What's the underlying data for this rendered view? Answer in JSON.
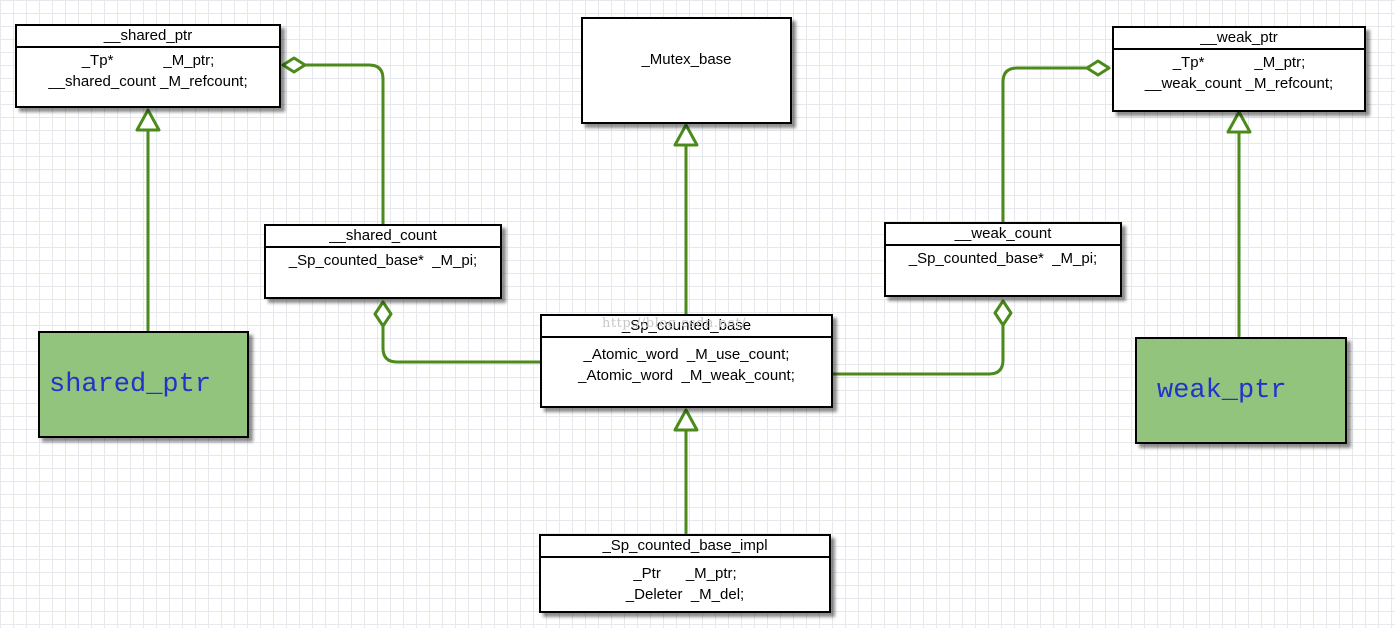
{
  "classes": {
    "shared_ptr_base": {
      "title": "__shared_ptr",
      "fields": [
        "_Tp*            _M_ptr;",
        "__shared_count _M_refcount;"
      ]
    },
    "mutex_base": {
      "title": "_Mutex_base"
    },
    "weak_ptr_base": {
      "title": "__weak_ptr",
      "fields": [
        "_Tp*            _M_ptr;",
        "__weak_count _M_refcount;"
      ]
    },
    "shared_count": {
      "title": "__shared_count",
      "fields": [
        "_Sp_counted_base*  _M_pi;"
      ]
    },
    "weak_count": {
      "title": "__weak_count",
      "fields": [
        "_Sp_counted_base*  _M_pi;"
      ]
    },
    "sp_counted_base": {
      "title": "_Sp_counted_base",
      "fields": [
        "_Atomic_word  _M_use_count;",
        "_Atomic_word  _M_weak_count;"
      ]
    },
    "sp_counted_base_impl": {
      "title": "_Sp_counted_base_impl",
      "fields": [
        "_Ptr      _M_ptr;",
        "_Deleter  _M_del;"
      ]
    },
    "shared_ptr": {
      "title": "shared_ptr"
    },
    "weak_ptr": {
      "title": "weak_ptr"
    }
  },
  "colors": {
    "connector": "#4b8a1b",
    "highlight_fill": "#93c47d",
    "highlight_text": "#2233cc"
  },
  "watermark": "http://blog.csdn.net/"
}
